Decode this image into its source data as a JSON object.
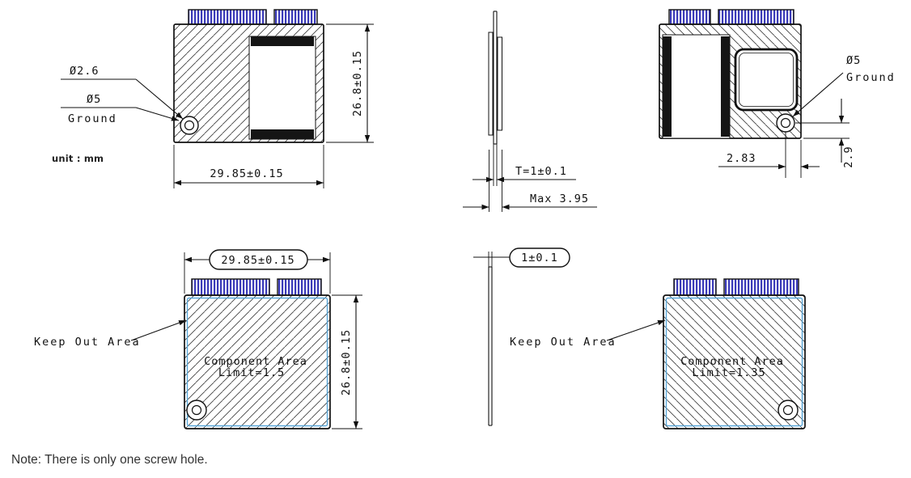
{
  "colors": {
    "line": "#111111",
    "pin_blue": "#3a3ab8",
    "keepout_blue": "#58a6d8",
    "hatch": "#3a3a3a",
    "note_text": "#333333"
  },
  "unit_label": "unit : mm",
  "note": "Note: There is only one screw hole.",
  "views": {
    "top_left": {
      "hole_small_dia": "Ø2.6",
      "hole_large_dia": "Ø5",
      "ground_label": "Ground",
      "width_dim": "29.85±0.15",
      "height_dim": "26.8±0.15"
    },
    "side_top": {
      "thickness_dim": "T=1±0.1",
      "max_height_dim": "Max 3.95"
    },
    "top_right": {
      "hole_dia": "Ø5",
      "ground_label": "Ground",
      "hole_to_edge_dim": "2.83",
      "hole_to_bottom_dim": "2.9"
    },
    "bottom_left": {
      "width_dim": "29.85±0.15",
      "height_dim": "26.8±0.15",
      "keep_out_label": "Keep Out Area",
      "component_area_line1": "Component Area",
      "component_area_line2": "Limit=1.5"
    },
    "side_bottom": {
      "thickness_dim": "1±0.1"
    },
    "bottom_right": {
      "keep_out_label": "Keep Out Area",
      "component_area_line1": "Component Area",
      "component_area_line2": "Limit=1.35"
    }
  }
}
